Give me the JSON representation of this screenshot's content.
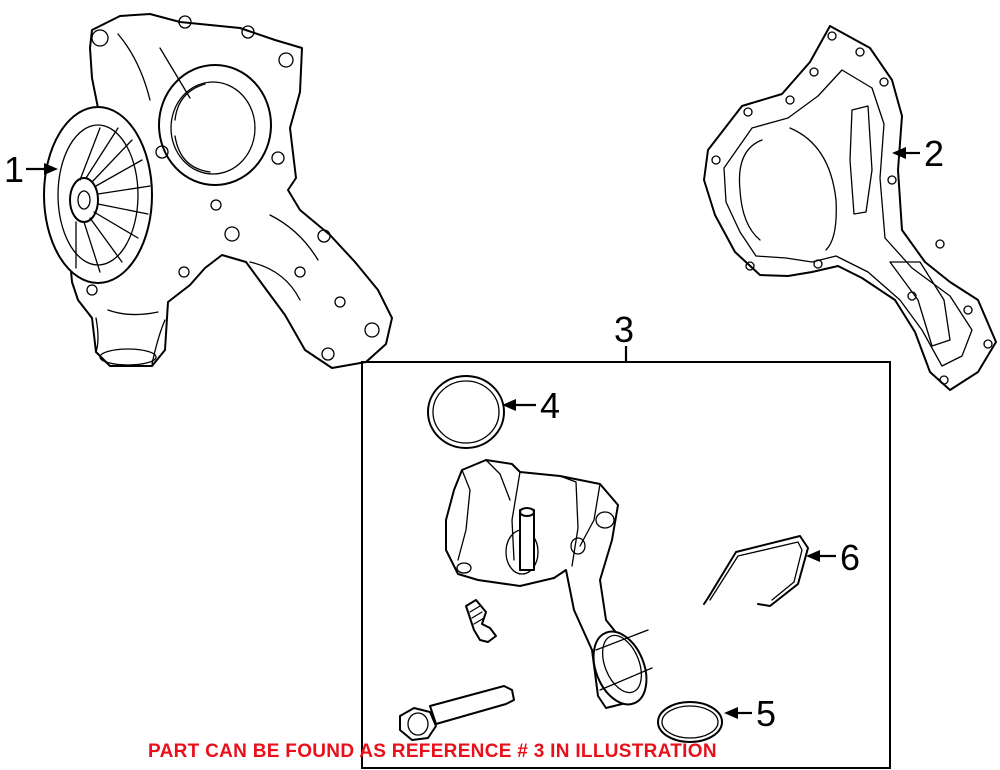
{
  "callouts": {
    "c1": "1",
    "c2": "2",
    "c3": "3",
    "c4": "4",
    "c5": "5",
    "c6": "6"
  },
  "note": "PART CAN BE FOUND AS REFERENCE # 3 IN ILLUSTRATION",
  "colors": {
    "note": "#e8101a",
    "lines": "#000000",
    "background": "#ffffff"
  }
}
